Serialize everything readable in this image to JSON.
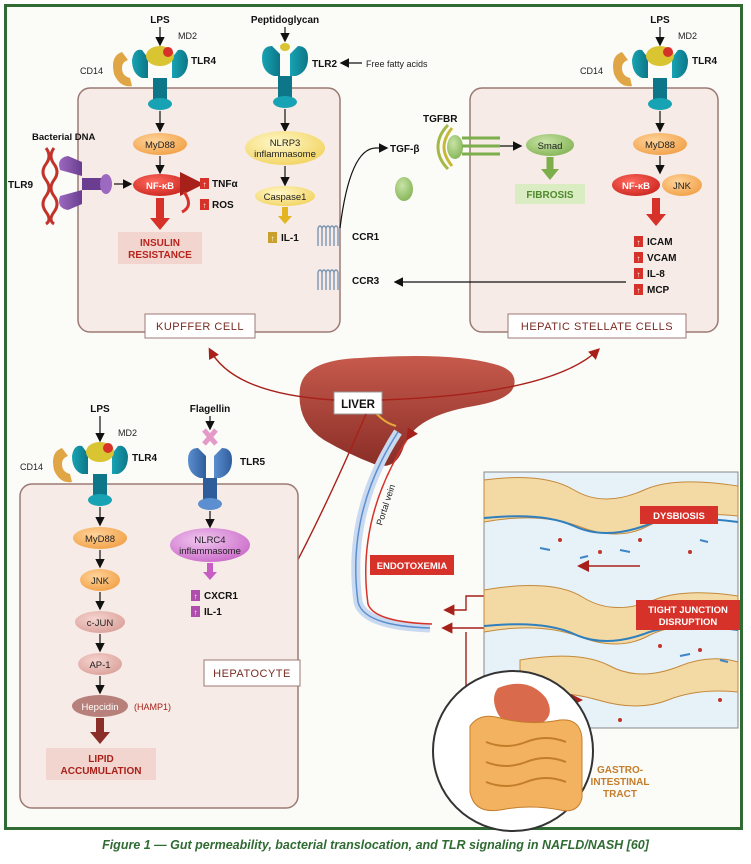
{
  "caption": "Figure 1 — Gut permeability, bacterial translocation, and TLR signaling in NAFLD/NASH [60]",
  "colors": {
    "frame": "#2f6b32",
    "cell_fill": "#f6ebe6",
    "cell_border": "#9c7a74",
    "red": "#d6322a",
    "liver": "#a4413a",
    "arrow_red": "#a8201a"
  },
  "kupffer": {
    "lps": "LPS",
    "md2": "MD2",
    "cd14": "CD14",
    "tlr4": "TLR4",
    "peptidoglycan": "Peptidoglycan",
    "tlr2": "TLR2",
    "ffa": "Free fatty acids",
    "bacterial_dna": "Bacterial DNA",
    "tlr9": "TLR9",
    "myd88": "MyD88",
    "nfkb": "NF-κB",
    "tnfa": "TNFα",
    "ros": "ROS",
    "insulin_resistance": [
      "INSULIN",
      "RESISTANCE"
    ],
    "nlrp3": [
      "NLRP3",
      "inflammasome"
    ],
    "caspase1": "Caspase1",
    "il1": "IL-1",
    "ccr1": "CCR1",
    "ccr3": "CCR3",
    "name": "KUPFFER CELL"
  },
  "stellate": {
    "tgfbr": "TGFBR",
    "tgfb": "TGF-β",
    "smad": "Smad",
    "fibrosis": "FIBROSIS",
    "lps": "LPS",
    "md2": "MD2",
    "cd14": "CD14",
    "tlr4": "TLR4",
    "myd88": "MyD88",
    "nfkb": "NF-κB",
    "jnk": "JNK",
    "markers": [
      "ICAM",
      "VCAM",
      "IL-8",
      "MCP"
    ],
    "name": "HEPATIC STELLATE CELLS"
  },
  "hepatocyte": {
    "lps": "LPS",
    "md2": "MD2",
    "cd14": "CD14",
    "tlr4": "TLR4",
    "flagellin": "Flagellin",
    "tlr5": "TLR5",
    "pathway": [
      "MyD88",
      "JNK",
      "c-JUN",
      "AP-1",
      "Hepcidin"
    ],
    "hamp1": "(HAMP1)",
    "lipid": [
      "LIPID",
      "ACCUMULATION"
    ],
    "nlrc4": [
      "NLRC4",
      "inflammasome"
    ],
    "cxcr1": "CXCR1",
    "il1": "IL-1",
    "name": "HEPATOCYTE"
  },
  "liver": "LIVER",
  "portal_vein": "Portal vein",
  "endotoxemia": "ENDOTOXEMIA",
  "gut": {
    "dysbiosis": "DYSBIOSIS",
    "tight_junction": [
      "TIGHT JUNCTION",
      "DISRUPTION"
    ],
    "gi_tract": [
      "GASTRO-",
      "INTESTINAL",
      "TRACT"
    ]
  }
}
